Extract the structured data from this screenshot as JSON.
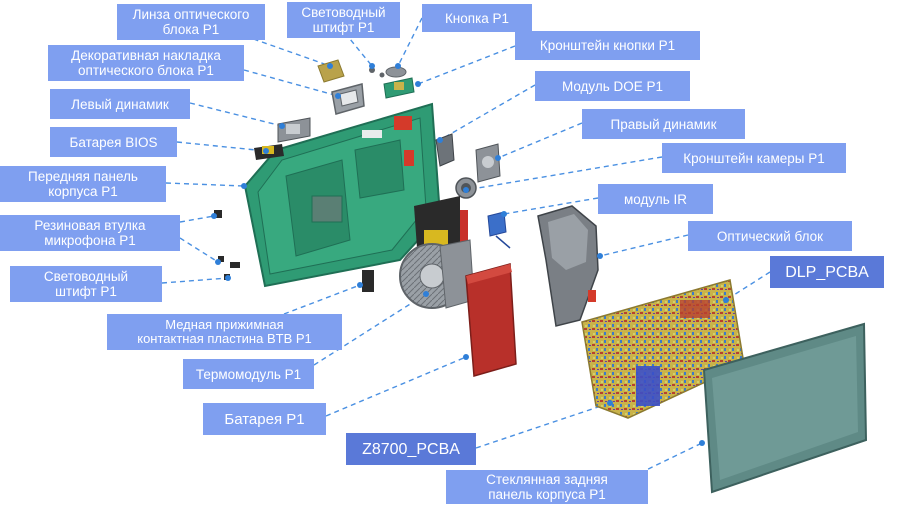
{
  "colors": {
    "label_fill": "#7f9ff0",
    "label_fill_dark": "#5a79d8",
    "leader_line": "#4a90e2",
    "housing_green": "#2f9b74",
    "housing_dark": "#1f6f55",
    "pcb_yellow": "#c9b34a",
    "pcb_red": "#b8402e",
    "battery_red": "#b8302a",
    "glass_panel": "#5f8a86",
    "metal_gray": "#8d9298"
  },
  "labels": {
    "lens": "Линза оптического\nблока P1",
    "lightguide_top": "Световодный\nштифт P1",
    "button": "Кнопка P1",
    "decor_cover": "Декоративная накладка\nоптического блока P1",
    "button_bracket": "Кронштейн кнопки P1",
    "doe": "Модуль DOE P1",
    "left_speaker": "Левый динамик",
    "right_speaker": "Правый динамик",
    "bios_battery": "Батарея BIOS",
    "camera_bracket": "Кронштейн камеры P1",
    "front_panel": "Передняя панель\nкорпуса P1",
    "ir_module": "модуль IR",
    "mic_grommet": "Резиновая втулка\nмикрофона P1",
    "optical_block": "Оптический блок",
    "lightguide_left": "Световодный\nштифт P1",
    "dlp_pcba": "DLP_PCBA",
    "copper_plate": "Медная прижимная\nконтактная пластина BTB P1",
    "thermo_module": "Термомодуль P1",
    "battery": "Батарея P1",
    "z8700_pcba": "Z8700_PCBA",
    "glass_back": "Стеклянная задняя\nпанель корпуса P1"
  }
}
